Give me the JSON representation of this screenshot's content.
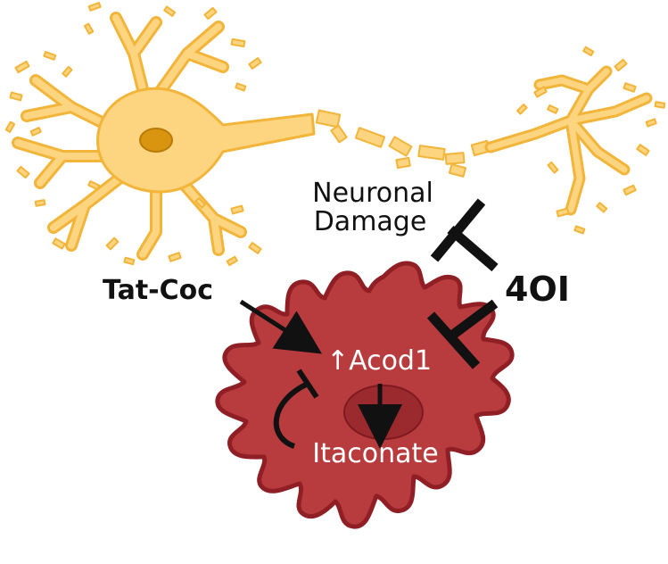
{
  "labels": {
    "neuronal_damage_line1": "Neuronal",
    "neuronal_damage_line2": "Damage",
    "tat_coc": "Tat-Coc",
    "inhibitor": "4OI",
    "acod1": "↑Acod1",
    "itaconate": "Itaconate"
  },
  "colors": {
    "neuron_fill": "#fdd47f",
    "neuron_stroke": "#f2b53a",
    "nucleus_fill": "#d9950f",
    "microglia_fill": "#b83b3e",
    "microglia_stroke": "#8f1f24",
    "microglia_nucleus": "#9b2a2e",
    "arrow": "#111111",
    "text_on_cell": "#ffffff"
  },
  "icons": {
    "neuron": "neuron-icon",
    "microglia": "microglia-icon"
  }
}
